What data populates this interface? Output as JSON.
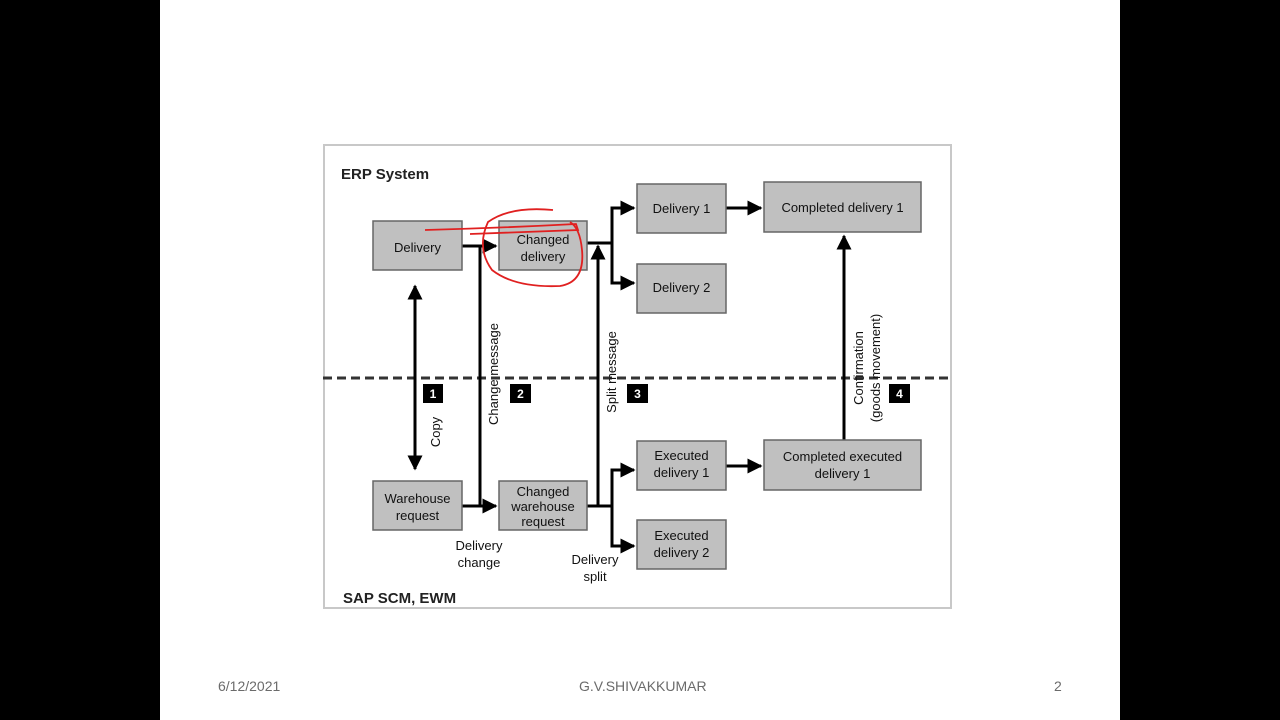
{
  "regions": {
    "top": "ERP System",
    "bottom": "SAP SCM, EWM"
  },
  "nodes": {
    "delivery": [
      "Delivery"
    ],
    "changed_delivery": [
      "Changed",
      "delivery"
    ],
    "delivery_1": [
      "Delivery 1"
    ],
    "delivery_2": [
      "Delivery 2"
    ],
    "completed_delivery_1": [
      "Completed delivery 1"
    ],
    "warehouse_request": [
      "Warehouse",
      "request"
    ],
    "changed_warehouse_request": [
      "Changed",
      "warehouse",
      "request"
    ],
    "executed_delivery_1": [
      "Executed",
      "delivery 1"
    ],
    "executed_delivery_2": [
      "Executed",
      "delivery 2"
    ],
    "completed_executed_delivery_1": [
      "Completed executed",
      "delivery 1"
    ]
  },
  "labels": {
    "copy": [
      "Copy"
    ],
    "change_message": [
      "Change message"
    ],
    "split_message": [
      "Split message"
    ],
    "confirmation": [
      "Confirmation",
      "(goods movement)"
    ],
    "delivery_change": [
      "Delivery",
      "change"
    ],
    "delivery_split": [
      "Delivery",
      "split"
    ]
  },
  "steps": [
    "1",
    "2",
    "3",
    "4"
  ],
  "footer": {
    "date": "6/12/2021",
    "author": "G.V.SHIVAKKUMAR",
    "page": "2"
  },
  "colors": {
    "box_fill": "#c0c0c0",
    "box_stroke": "#666666",
    "arrow": "#000000",
    "annotation": "#e02020",
    "step_fill": "#000000"
  }
}
